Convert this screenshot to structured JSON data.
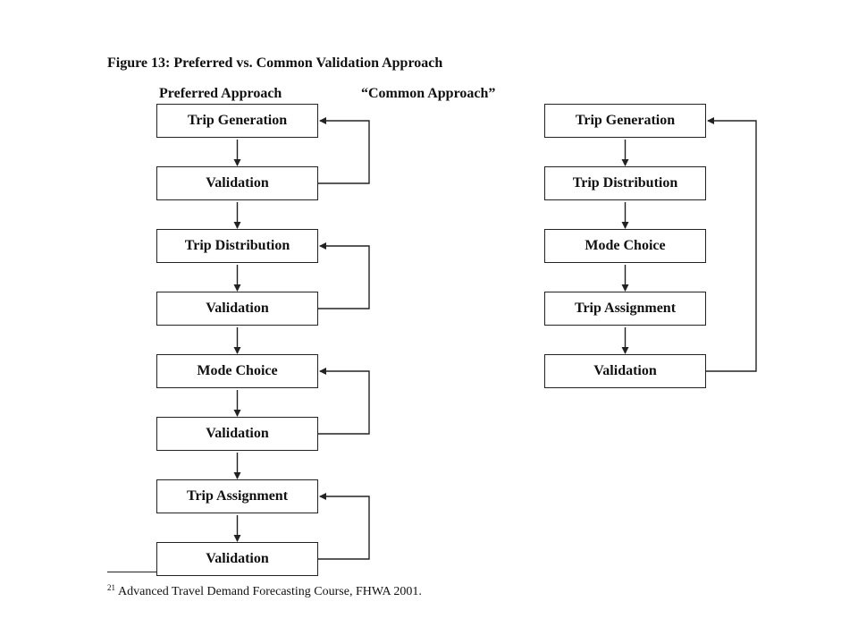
{
  "title": "Figure 13: Preferred vs. Common Validation Approach",
  "preferred": {
    "heading": "Preferred Approach",
    "steps": [
      "Trip Generation",
      "Validation",
      "Trip Distribution",
      "Validation",
      "Mode Choice",
      "Validation",
      "Trip Assignment",
      "Validation"
    ]
  },
  "common": {
    "heading": "“Common Approach”",
    "steps": [
      "Trip Generation",
      "Trip Distribution",
      "Mode Choice",
      "Trip Assignment",
      "Validation"
    ]
  },
  "footnote": {
    "marker": "21",
    "text": "Advanced Travel Demand Forecasting Course, FHWA 2001."
  }
}
